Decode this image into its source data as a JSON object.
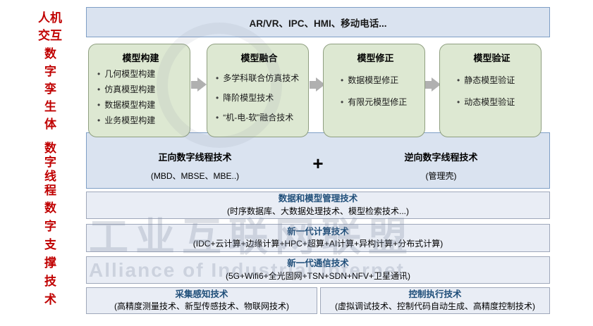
{
  "left_labels": {
    "hmi": "人机交互",
    "digital_twin": "数字孪生体",
    "digital_thread": "数字线程",
    "digital_support": "数字支撑技术"
  },
  "top_bar": {
    "text": "AR/VR、IPC、HMI、移动电话..."
  },
  "model_boxes": [
    {
      "title": "模型构建",
      "items": [
        "几何模型构建",
        "仿真模型构建",
        "数据模型构建",
        "业务模型构建"
      ]
    },
    {
      "title": "模型融合",
      "items": [
        "多学科联合仿真技术",
        "降阶模型技术",
        "“机-电-软”融合技术"
      ]
    },
    {
      "title": "模型修正",
      "items": [
        "数据模型修正",
        "有限元模型修正"
      ]
    },
    {
      "title": "模型验证",
      "items": [
        "静态模型验证",
        "动态模型验证"
      ]
    }
  ],
  "thread_band": {
    "forward_title": "正向数字线程技术",
    "forward_sub": "(MBD、MBSE、MBE..)",
    "plus": "+",
    "reverse_title": "逆向数字线程技术",
    "reverse_sub": "(管理壳)"
  },
  "support_bars": [
    {
      "title": "数据和模型管理技术",
      "sub": "(时序数据库、大数据处理技术、模型检索技术...)"
    },
    {
      "title": "新一代计算技术",
      "sub": "(IDC+云计算+边缘计算+HPC+超算+AI计算+异构计算+分布式计算)"
    },
    {
      "title": "新一代通信技术",
      "sub": "(5G+Wifi6+全光固网+TSN+SDN+NFV+卫星通讯)"
    }
  ],
  "bottom_boxes": [
    {
      "title": "采集感知技术",
      "sub": "(高精度测量技术、新型传感技术、物联网技术)"
    },
    {
      "title": "控制执行技术",
      "sub": "(虚拟调试技术、控制代码自动生成、高精度控制技术)"
    }
  ],
  "watermark": {
    "line1": "工业互联网联盟",
    "line2": "Alliance of Industrial Internet"
  },
  "icons": {
    "bullet": "•"
  },
  "colors": {
    "red_label": "#c00000",
    "blue_fill": "#dae3f0",
    "green_fill": "#dde8d2",
    "bar_fill": "#e9edf5",
    "title_blue": "#1f4e79"
  }
}
